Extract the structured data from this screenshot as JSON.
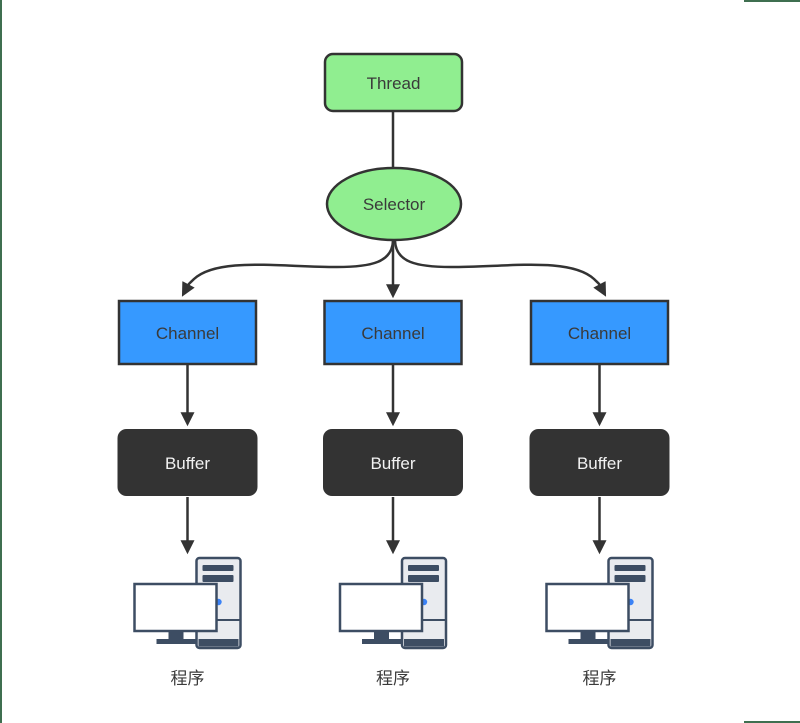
{
  "nodes": {
    "thread": "Thread",
    "selector": "Selector"
  },
  "columns": [
    {
      "channel": "Channel",
      "buffer": "Buffer",
      "program": "程序"
    },
    {
      "channel": "Channel",
      "buffer": "Buffer",
      "program": "程序"
    },
    {
      "channel": "Channel",
      "buffer": "Buffer",
      "program": "程序"
    }
  ],
  "colors": {
    "node_green": "#90EE90",
    "channel_blue": "#3699FF",
    "buffer_dark": "#333333",
    "connector_dark": "#333333",
    "frame_green": "#3F6F50",
    "icon_outline": "#3D4D63",
    "icon_body": "#E9EBEF",
    "icon_power_dot": "#3B82F6",
    "monitor_screen": "#FFFFFF",
    "node_text": "#3A3A3A",
    "buffer_text": "#F2F2F2"
  }
}
